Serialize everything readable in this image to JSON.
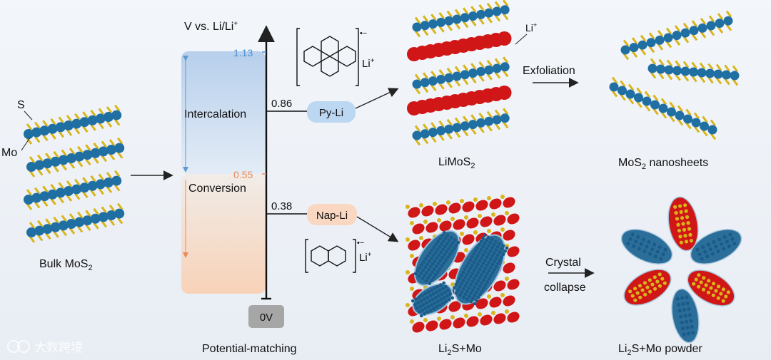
{
  "colors": {
    "mo_blue": "#1f6fa3",
    "s_yellow": "#d8b51a",
    "li_red": "#d01616",
    "intercalation_blue": "#bcd4ee",
    "conversion_peach": "#f8d2b8",
    "tick_blue": "#4a8fd0",
    "tick_peach": "#e98a5a",
    "pyli_fill": "#bcd7f1",
    "napli_fill": "#f9d7c1"
  },
  "bulk": {
    "s_label": "S",
    "mo_label": "Mo",
    "caption_main": "Bulk MoS",
    "caption_sub": "2"
  },
  "axis": {
    "title": "V vs. Li/Li",
    "title_sup": "+",
    "tick_high": "1.13",
    "tick_mid": "0.55",
    "zero_label": "0V",
    "caption": "Potential-matching"
  },
  "regions": {
    "intercalation": "Intercalation",
    "conversion": "Conversion"
  },
  "reagents": {
    "py_value": "0.86",
    "py_label": "Py-Li",
    "nap_value": "0.38",
    "nap_label": "Nap-Li",
    "radical_charge": "•−",
    "li_ion": "Li",
    "li_sup": "+"
  },
  "products": {
    "limos2_caption_main": "LiMoS",
    "limos2_caption_sub": "2",
    "li_label": "Li",
    "li_label_sup": "+",
    "exfoliation": "Exfoliation",
    "nanosheets_main": "MoS",
    "nanosheets_sub": "2",
    "nanosheets_rest": " nanosheets",
    "li2s_caption_main": "Li",
    "li2s_caption_sub": "2",
    "li2s_caption_rest": "S+Mo",
    "crystal": "Crystal",
    "collapse": "collapse",
    "powder_main": "Li",
    "powder_sub": "2",
    "powder_rest": "S+Mo powder"
  },
  "watermark": "大数跨境"
}
